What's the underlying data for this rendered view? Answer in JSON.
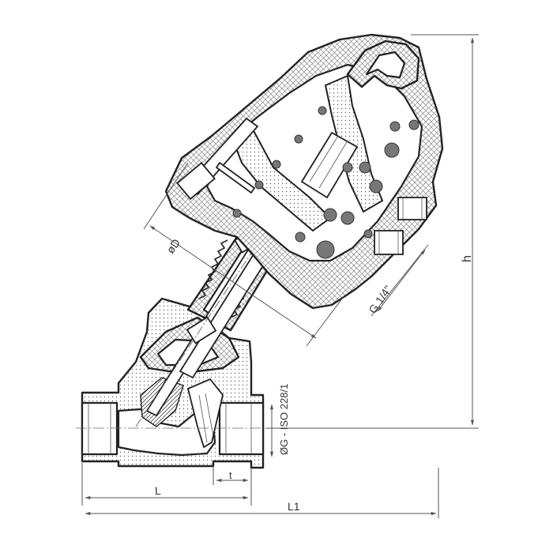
{
  "labels": {
    "diameter_d": "øD",
    "thread_g": "G 1/4\"",
    "height_h": "h",
    "pipe_thread": "ØG - ISO 228/1",
    "length_l": "L",
    "thread_depth_t": "t",
    "length_l1": "L1"
  },
  "colors": {
    "line": "#222222",
    "dimension": "#555555",
    "ball": "#777777"
  }
}
